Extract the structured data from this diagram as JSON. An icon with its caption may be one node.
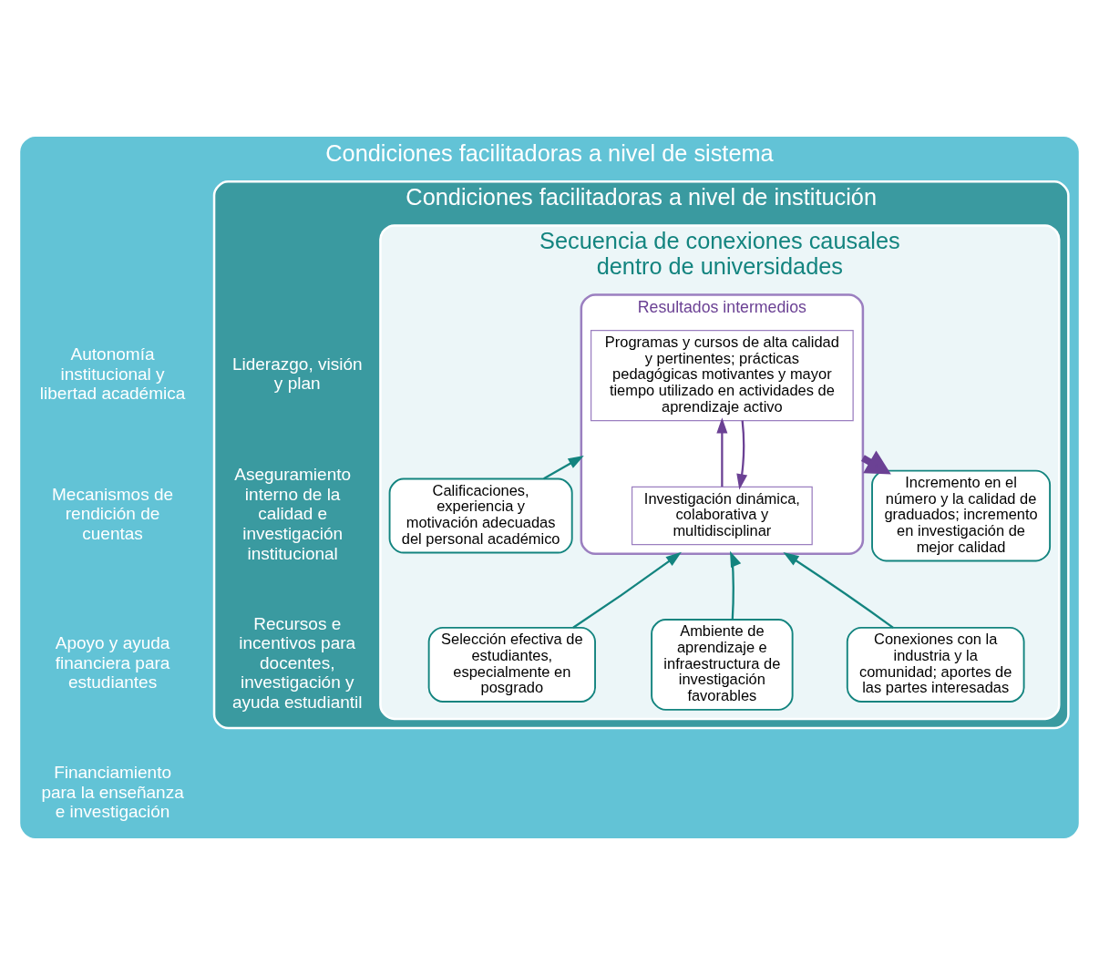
{
  "diagram": {
    "nodes": [
      {
        "text": [
          "Condiciones facilitadoras a nivel de sistema"
        ]
      },
      {
        "text": [
          "Condiciones facilitadoras a nivel de institución"
        ],
        "in": 0
      },
      {
        "text": [
          "Secuencia de conexiones causales dentro de universidades"
        ],
        "in": 1
      },
      {
        "text": [
          "Calificaciones, experiencia y motivación adecuadas del personal académico"
        ],
        "in": 2
      },
      {
        "text": [
          "Resultados intermedios"
        ],
        "in": 2
      },
      {
        "text": [
          "Programas y cursos de alta calidad y pertinentes; prácticas pedagógicas motivantes y mayor tiempo utilizado en actividades de aprendizaje activo"
        ],
        "in": 4
      },
      {
        "text": [
          "Investigación dinámica, colaborativa y multidisciplinar"
        ],
        "in": 4
      },
      {
        "text": [
          "Incremento en el número y la calidad de graduados; incremento en investigación de mejor calidad"
        ],
        "in": 2
      },
      {
        "text": [
          "Selección efectiva de estudiantes, especialmente en posgrado"
        ],
        "in": 2
      },
      {
        "text": [
          "Ambiente de aprendizaje e infraestructura de investigación favorables"
        ],
        "in": 2
      },
      {
        "text": [
          "Conexiones con la industria y la comunidad; aportes de las partes interesadas"
        ],
        "in": 2
      }
    ],
    "edges": [
      {
        "from": 3,
        "to": 4,
        "arrow": "to"
      },
      {
        "from": 6,
        "to": 5,
        "arrow": "to",
        "color": "#6b4194"
      },
      {
        "from": 5,
        "to": 6,
        "arrow": "to",
        "color": "#6b4194"
      },
      {
        "from": 4,
        "to": 7,
        "arrow": "to",
        "style": "thick",
        "color": "#6b4194"
      },
      {
        "from": 8,
        "to": 4,
        "arrow": "to"
      },
      {
        "from": 9,
        "to": 4,
        "arrow": "to"
      },
      {
        "from": 10,
        "to": 4,
        "arrow": "to"
      }
    ],
    "labels": [
      "Autonomía institucional y libertad académica",
      "Mecanismos de rendición de cuentas",
      "Apoyo y ayuda financiera para estudiantes",
      "Financiamiento para la enseñanza e investigación",
      "Liderazgo, visión y plan",
      "Aseguramiento interno de la calidad e investigación institucional",
      "Recursos e incentivos para docentes, investigación y ayuda estudiantil"
    ]
  }
}
